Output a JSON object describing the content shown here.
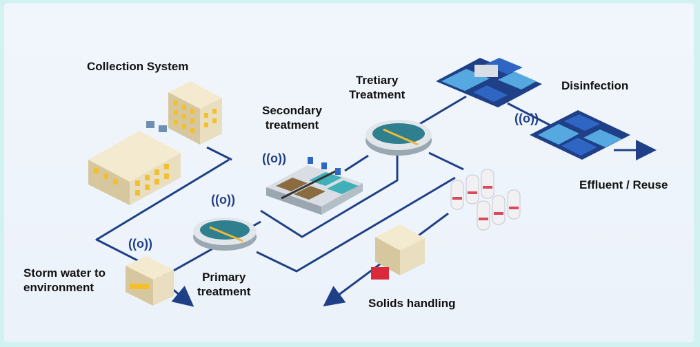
{
  "diagram": {
    "labels": {
      "collection_system": "Collection System",
      "secondary_treatment": "Secondary\ntreatment",
      "tertiary_treatment": "Tretiary\nTreatment",
      "disinfection": "Disinfection",
      "effluent_reuse": "Effluent / Reuse",
      "storm_water": "Storm water to\nenvironment",
      "primary_treatment": "Primary\ntreatment",
      "solids_handling": "Solids handling"
    },
    "sensor_icon_glyph": "((o))",
    "colors": {
      "pipe": "#1f3f86",
      "pool_blue": "#2f66c4",
      "pool_light": "#55a9e0",
      "building": "#e9dfc0",
      "window": "#f4bf2d",
      "background": "#eef4fb",
      "border": "#d2f2f2"
    }
  }
}
